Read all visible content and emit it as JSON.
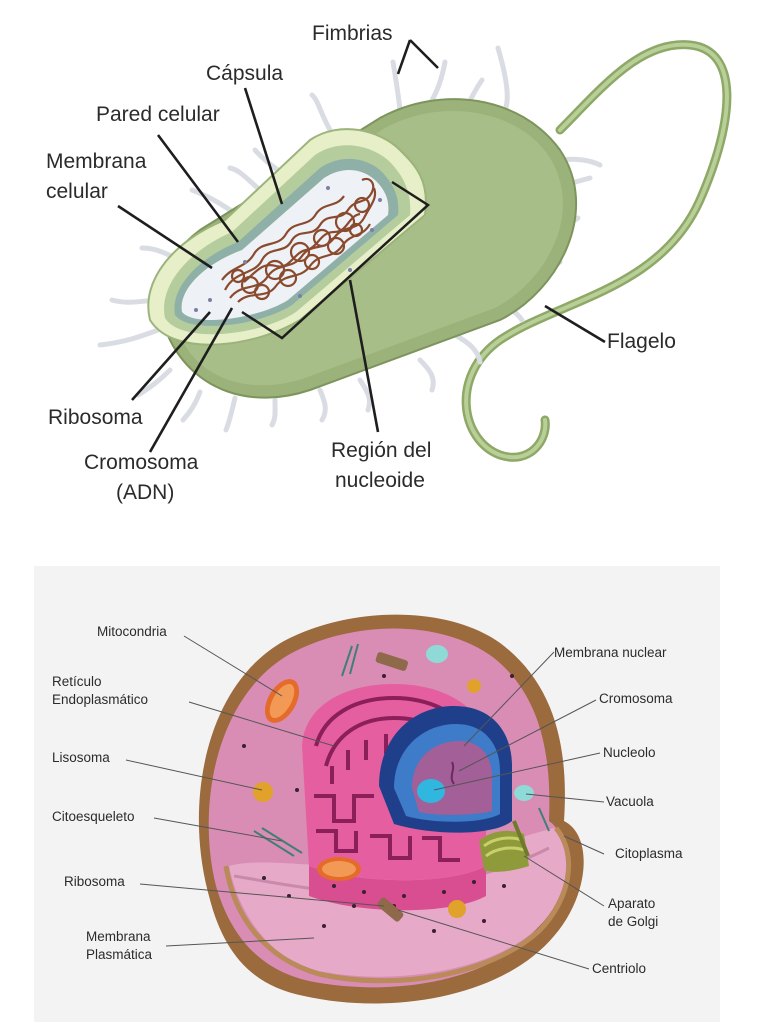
{
  "prokaryote": {
    "labels": {
      "fimbrias": "Fimbrias",
      "capsula": "Cápsula",
      "pared_celular": "Pared celular",
      "membrana_l1": "Membrana",
      "membrana_l2": "celular",
      "flagelo": "Flagelo",
      "ribosoma": "Ribosoma",
      "cromosoma_l1": "Cromosoma",
      "cromosoma_l2": "(ADN)",
      "region_l1": "Región del",
      "region_l2": "nucleoide"
    }
  },
  "eukaryote": {
    "labels": {
      "mitocondria": "Mitocondria",
      "reticulo_l1": "Retículo",
      "reticulo_l2": "Endoplasmático",
      "lisosoma": "Lisosoma",
      "citoesqueleto": "Citoesqueleto",
      "ribosoma": "Ribosoma",
      "membrana_plasmatica_l1": "Membrana",
      "membrana_plasmatica_l2": "Plasmática",
      "membrana_nuclear": "Membrana nuclear",
      "cromosoma": "Cromosoma",
      "nucleolo": "Nucleolo",
      "vacuola": "Vacuola",
      "citoplasma": "Citoplasma",
      "aparato_l1": "Aparato",
      "aparato_l2": "de Golgi",
      "centriolo": "Centriolo"
    }
  }
}
